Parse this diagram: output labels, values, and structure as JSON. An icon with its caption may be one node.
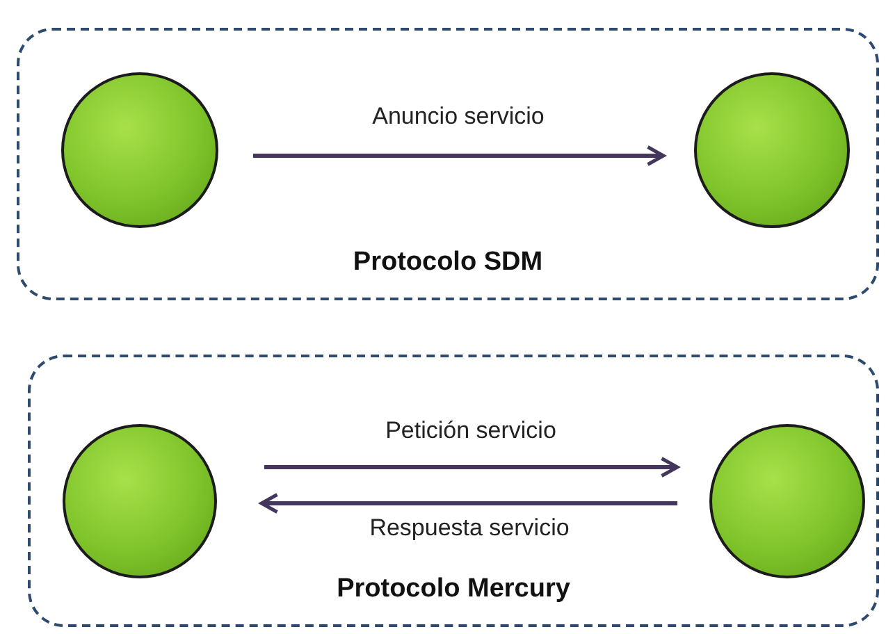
{
  "diagram": {
    "nodes": [
      {
        "text": [
          "Protocolo SDM"
        ]
      },
      {
        "text": [],
        "shape": "circle",
        "in": 0
      },
      {
        "text": [],
        "shape": "circle",
        "in": 0
      },
      {
        "text": [
          "Protocolo Mercury"
        ]
      },
      {
        "text": [],
        "shape": "circle",
        "in": 3
      },
      {
        "text": [],
        "shape": "circle",
        "in": 3
      }
    ],
    "edges": [
      {
        "from": 1,
        "to": 2,
        "arrow": "to",
        "label": "Anuncio servicio"
      },
      {
        "from": 4,
        "to": 5,
        "arrow": "to",
        "label": "Petición servicio"
      },
      {
        "from": 5,
        "to": 4,
        "arrow": "to",
        "label": "Respuesta servicio"
      }
    ]
  }
}
